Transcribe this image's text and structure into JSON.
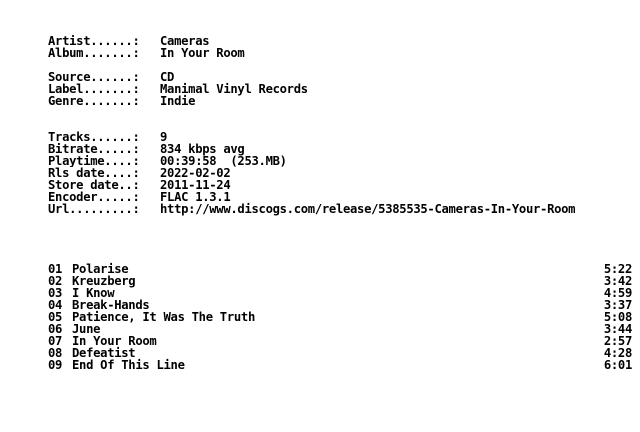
{
  "info": {
    "artist_label": "Artist......:",
    "artist": "Cameras",
    "album_label": "Album.......:",
    "album": "In Your Room",
    "source_label": "Source......:",
    "source": "CD",
    "label_label": "Label.......:",
    "label": "Manimal Vinyl Records",
    "genre_label": "Genre.......:",
    "genre": "Indie"
  },
  "details": {
    "tracks_label": "Tracks......:",
    "tracks": "9",
    "bitrate_label": "Bitrate.....:",
    "bitrate": "834 kbps avg",
    "playtime_label": "Playtime....:",
    "playtime": "00:39:58  (253.MB)",
    "rls_label": "Rls date....:",
    "rls": "2022-02-02",
    "store_label": "Store date..:",
    "store": "2011-11-24",
    "encoder_label": "Encoder.....:",
    "encoder": "FLAC 1.3.1",
    "url_label": "Url.........:",
    "url": "http://www.discogs.com/release/5385535-Cameras-In-Your-Room"
  },
  "tracklist": [
    {
      "num": "01",
      "title": "Polarise",
      "length": "5:22"
    },
    {
      "num": "02",
      "title": "Kreuzberg",
      "length": "3:42"
    },
    {
      "num": "03",
      "title": "I Know",
      "length": "4:59"
    },
    {
      "num": "04",
      "title": "Break-Hands",
      "length": "3:37"
    },
    {
      "num": "05",
      "title": "Patience, It Was The Truth",
      "length": "5:08"
    },
    {
      "num": "06",
      "title": "June",
      "length": "3:44"
    },
    {
      "num": "07",
      "title": "In Your Room",
      "length": "2:57"
    },
    {
      "num": "08",
      "title": "Defeatist",
      "length": "4:28"
    },
    {
      "num": "09",
      "title": "End Of This Line",
      "length": "6:01"
    }
  ]
}
